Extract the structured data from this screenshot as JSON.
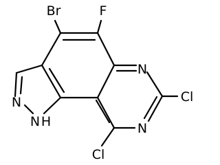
{
  "molecule": {
    "atoms": {
      "br": "Br",
      "f": "F",
      "n_ring_upper": "N",
      "n_ring_lower": "N",
      "cl_right": "Cl",
      "cl_bottom": "Cl",
      "n_pyrazole": "N",
      "nh_pyrazole": "N",
      "nh_h": "H"
    },
    "colors": {
      "bond": "#000000",
      "label": "#000000",
      "background": "#ffffff"
    }
  }
}
